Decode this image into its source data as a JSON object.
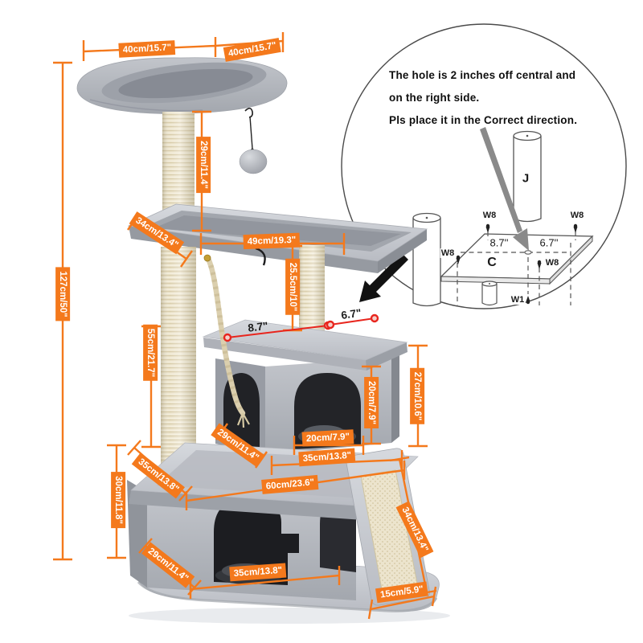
{
  "figure": {
    "type": "product-dimension-diagram",
    "subject": "cat tree tower with condos, perch and scratching ramp"
  },
  "colors": {
    "accent": "#f4791c",
    "red": "#e8251d"
  },
  "dims": {
    "top_width_left": "40cm/15.7\"",
    "top_width_right": "40cm/15.7\"",
    "perch_post_height": "29cm/11.4\"",
    "total_height": "127cm/50\"",
    "mid_platform_depth": "34cm/13.4\"",
    "mid_platform_width": "49cm/19.3\"",
    "mid_gap_height": "25.5cm/10\"",
    "mid_post_height": "55cm/21.7\"",
    "condo_height": "27cm/10.6\"",
    "door_height": "20cm/7.9\"",
    "door_width": "20cm/7.9\"",
    "condo_depth": "29cm/11.4\"",
    "condo_width": "35cm/13.8\"",
    "base_depth": "35cm/13.8\"",
    "base_height": "30cm/11.8\"",
    "base_width": "60cm/23.6\"",
    "bottom_depth": "29cm/11.4\"",
    "bottom_width": "35cm/13.8\"",
    "ramp_length": "34cm/13.4\"",
    "ramp_width": "15cm/5.9\"",
    "roof_left": "8.7\"",
    "roof_right": "6.7\""
  },
  "callout": {
    "line1": "The hole is 2 inches off central and",
    "line2": "on the right side.",
    "line3": "Pls place it in the Correct direction.",
    "post_label": "J",
    "board_label": "C",
    "screw_w8": "W8",
    "screw_w1": "W1",
    "dim_left": "8.7''",
    "dim_right": "6.7''"
  }
}
